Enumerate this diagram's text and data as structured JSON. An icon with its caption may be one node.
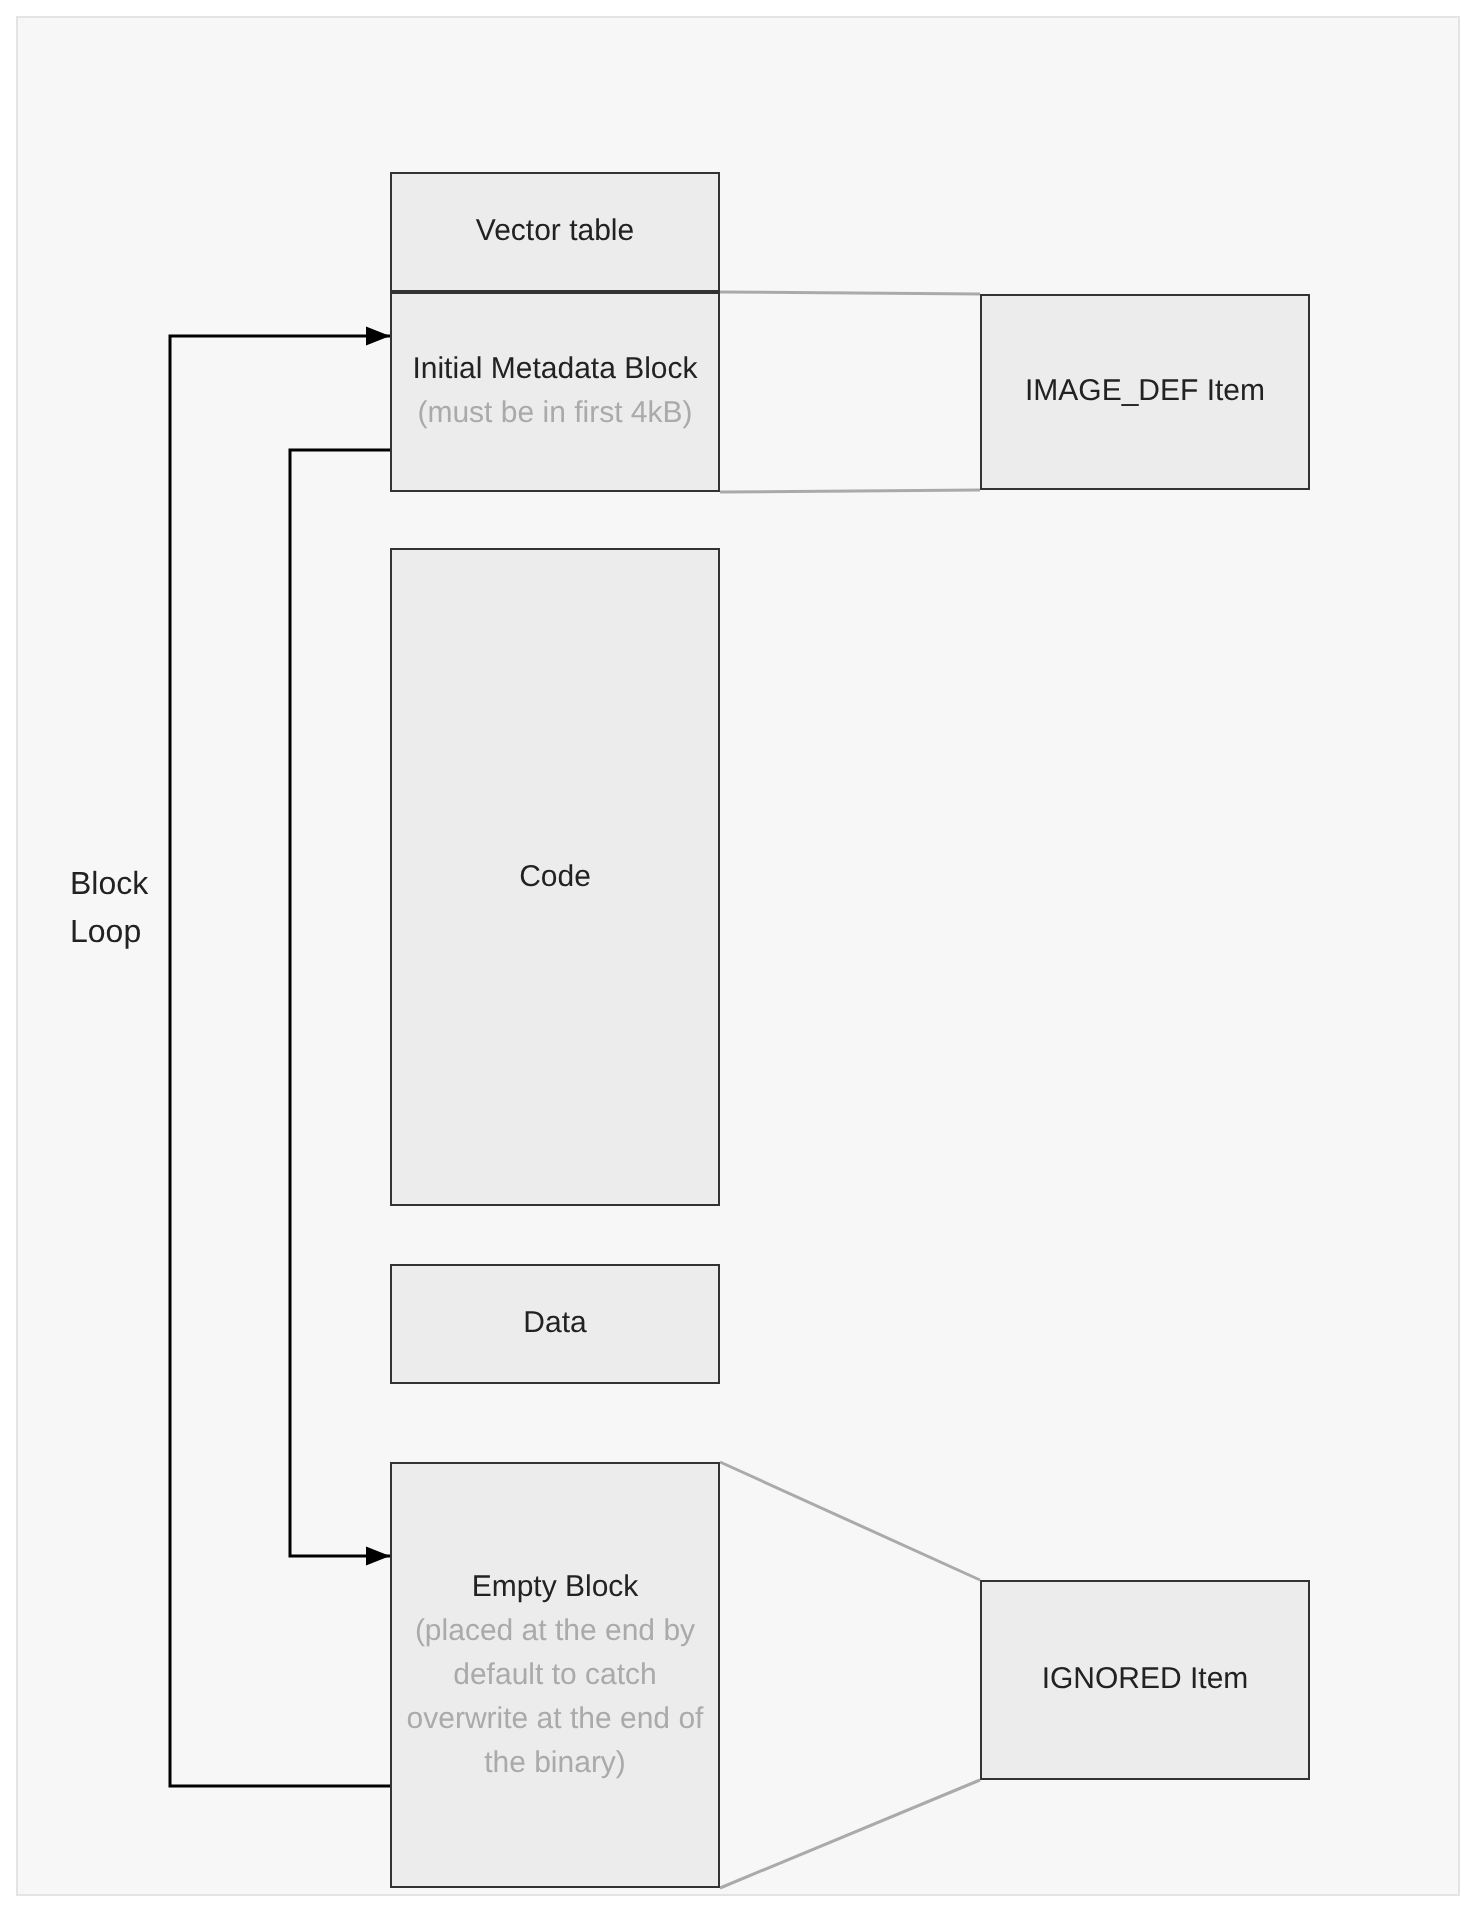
{
  "diagram": {
    "nodes": [
      {
        "text": [
          "Vector table"
        ]
      },
      {
        "text": [
          "Initial Metadata Block",
          "(must be in first 4kB)"
        ]
      },
      {
        "text": [
          "IMAGE_DEF Item"
        ]
      },
      {
        "text": [
          "Code"
        ]
      },
      {
        "text": [
          "Data"
        ]
      },
      {
        "text": [
          "Empty Block",
          "(placed at the end by default to catch overwrite at the end of the binary)"
        ]
      },
      {
        "text": [
          "IGNORED Item"
        ]
      }
    ],
    "edges": [
      {
        "from": 1,
        "to": 5,
        "arrow": "to",
        "color": "#000000"
      },
      {
        "from": 5,
        "to": 1,
        "arrow": "to",
        "label": "Block Loop",
        "color": "#000000"
      },
      {
        "from": 1,
        "to": 2,
        "arrow": "none",
        "color": "#aaaaaa"
      },
      {
        "from": 1,
        "to": 2,
        "arrow": "none",
        "color": "#aaaaaa"
      },
      {
        "from": 5,
        "to": 6,
        "arrow": "none",
        "color": "#aaaaaa"
      },
      {
        "from": 5,
        "to": 6,
        "arrow": "none",
        "color": "#aaaaaa"
      }
    ]
  }
}
